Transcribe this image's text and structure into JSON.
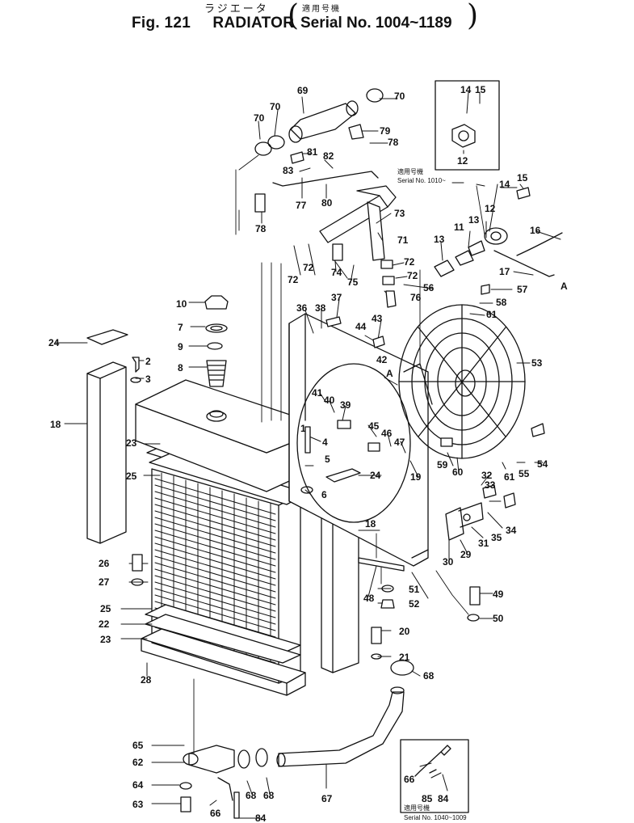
{
  "header": {
    "fig_label": "Fig. 121",
    "kana": "ラジエータ",
    "title": "RADIATOR",
    "applicability_kanji": "適用号機",
    "serial": "Serial No. 1004~1189"
  },
  "insets": [
    {
      "applic_kanji": "適用号機",
      "serial": "Serial No. 1010~"
    },
    {
      "applic_kanji": "適用号機",
      "serial": "Serial No. 1040~1009"
    }
  ],
  "markers": [
    "A",
    "A"
  ],
  "parts": [
    {
      "no": "1"
    },
    {
      "no": "2"
    },
    {
      "no": "3"
    },
    {
      "no": "4"
    },
    {
      "no": "5"
    },
    {
      "no": "6"
    },
    {
      "no": "7"
    },
    {
      "no": "8"
    },
    {
      "no": "9"
    },
    {
      "no": "10"
    },
    {
      "no": "11"
    },
    {
      "no": "12"
    },
    {
      "no": "13"
    },
    {
      "no": "14"
    },
    {
      "no": "15"
    },
    {
      "no": "16"
    },
    {
      "no": "17"
    },
    {
      "no": "18"
    },
    {
      "no": "19"
    },
    {
      "no": "20"
    },
    {
      "no": "21"
    },
    {
      "no": "22"
    },
    {
      "no": "23"
    },
    {
      "no": "24"
    },
    {
      "no": "25"
    },
    {
      "no": "26"
    },
    {
      "no": "27"
    },
    {
      "no": "28"
    },
    {
      "no": "29"
    },
    {
      "no": "30"
    },
    {
      "no": "31"
    },
    {
      "no": "32"
    },
    {
      "no": "33"
    },
    {
      "no": "34"
    },
    {
      "no": "35"
    },
    {
      "no": "36"
    },
    {
      "no": "37"
    },
    {
      "no": "38"
    },
    {
      "no": "39"
    },
    {
      "no": "40"
    },
    {
      "no": "41"
    },
    {
      "no": "42"
    },
    {
      "no": "43"
    },
    {
      "no": "44"
    },
    {
      "no": "45"
    },
    {
      "no": "46"
    },
    {
      "no": "47"
    },
    {
      "no": "48"
    },
    {
      "no": "49"
    },
    {
      "no": "50"
    },
    {
      "no": "51"
    },
    {
      "no": "52"
    },
    {
      "no": "53"
    },
    {
      "no": "54"
    },
    {
      "no": "55"
    },
    {
      "no": "56"
    },
    {
      "no": "57"
    },
    {
      "no": "58"
    },
    {
      "no": "59"
    },
    {
      "no": "60"
    },
    {
      "no": "61"
    },
    {
      "no": "62"
    },
    {
      "no": "63"
    },
    {
      "no": "64"
    },
    {
      "no": "65"
    },
    {
      "no": "66"
    },
    {
      "no": "67"
    },
    {
      "no": "68"
    },
    {
      "no": "69"
    },
    {
      "no": "70"
    },
    {
      "no": "71"
    },
    {
      "no": "72"
    },
    {
      "no": "73"
    },
    {
      "no": "74"
    },
    {
      "no": "75"
    },
    {
      "no": "76"
    },
    {
      "no": "77"
    },
    {
      "no": "78"
    },
    {
      "no": "79"
    },
    {
      "no": "80"
    },
    {
      "no": "81"
    },
    {
      "no": "82"
    },
    {
      "no": "83"
    },
    {
      "no": "84"
    },
    {
      "no": "85"
    }
  ]
}
